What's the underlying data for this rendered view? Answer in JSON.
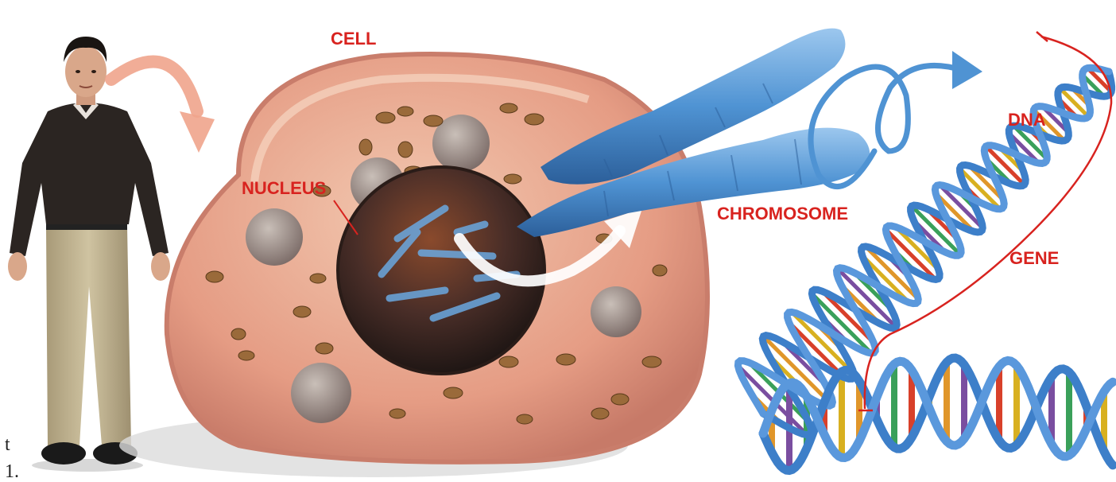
{
  "labels": {
    "cell": "CELL",
    "nucleus": "NUCLEUS",
    "chromosome": "CHROMOSOME",
    "dna": "DNA",
    "gene": "GENE"
  },
  "margin_text": {
    "line1": "t",
    "line2": "1."
  },
  "colors": {
    "label_red": "#d8231f",
    "cell_pink": "#e7a08c",
    "nucleus_dark": "#3a2a26",
    "chromosome_blue": "#4f93d3",
    "dna_blue": "#3d7fc9",
    "arrow_pink": "#f0a48c"
  },
  "icons": [
    "person-figure",
    "cell-illustration",
    "chromosome-illustration",
    "dna-helix-illustration"
  ]
}
